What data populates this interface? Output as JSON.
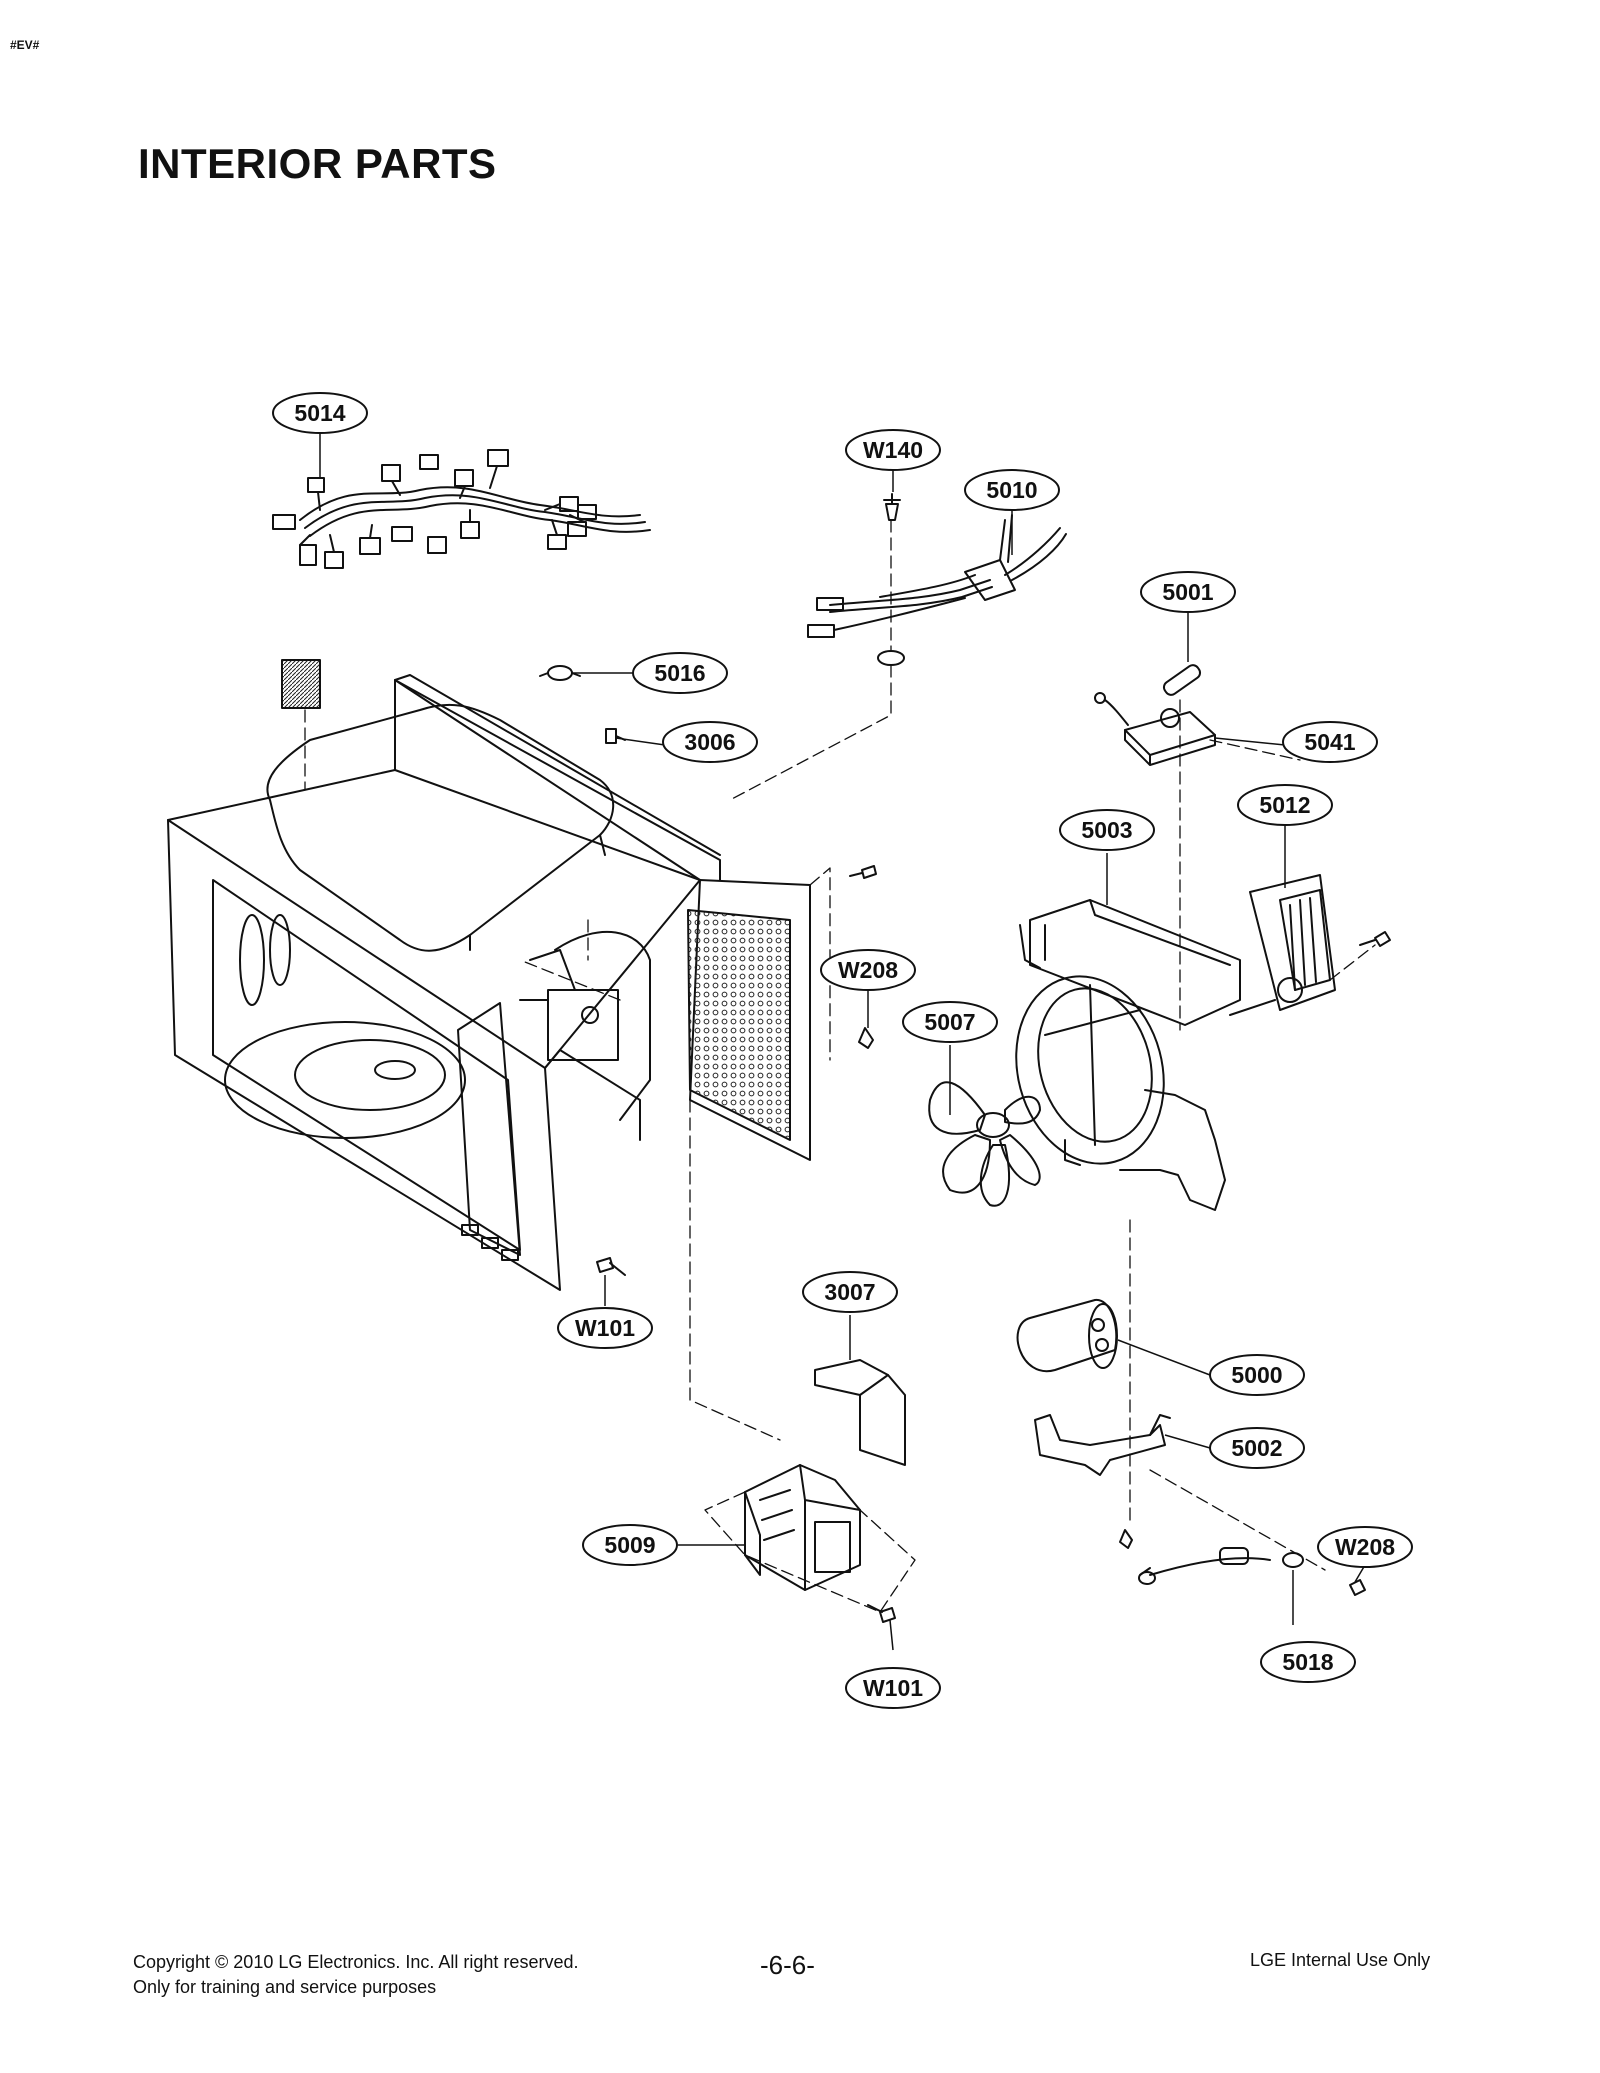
{
  "page": {
    "mark": "#EV#",
    "title": "INTERIOR PARTS",
    "page_number": "-6-6-",
    "copyright": "Copyright © 2010 LG Electronics. Inc. All right reserved.",
    "purpose": "Only for training and service purposes",
    "internal": "LGE Internal Use Only"
  },
  "callouts": [
    {
      "id": "5014"
    },
    {
      "id": "W140"
    },
    {
      "id": "5010"
    },
    {
      "id": "5001"
    },
    {
      "id": "5016"
    },
    {
      "id": "3006"
    },
    {
      "id": "5041"
    },
    {
      "id": "5012"
    },
    {
      "id": "5003"
    },
    {
      "id": "W208"
    },
    {
      "id": "5007"
    },
    {
      "id": "3007"
    },
    {
      "id": "W101"
    },
    {
      "id": "5000"
    },
    {
      "id": "5002"
    },
    {
      "id": "5009"
    },
    {
      "id": "W208"
    },
    {
      "id": "5018"
    },
    {
      "id": "W101"
    }
  ]
}
